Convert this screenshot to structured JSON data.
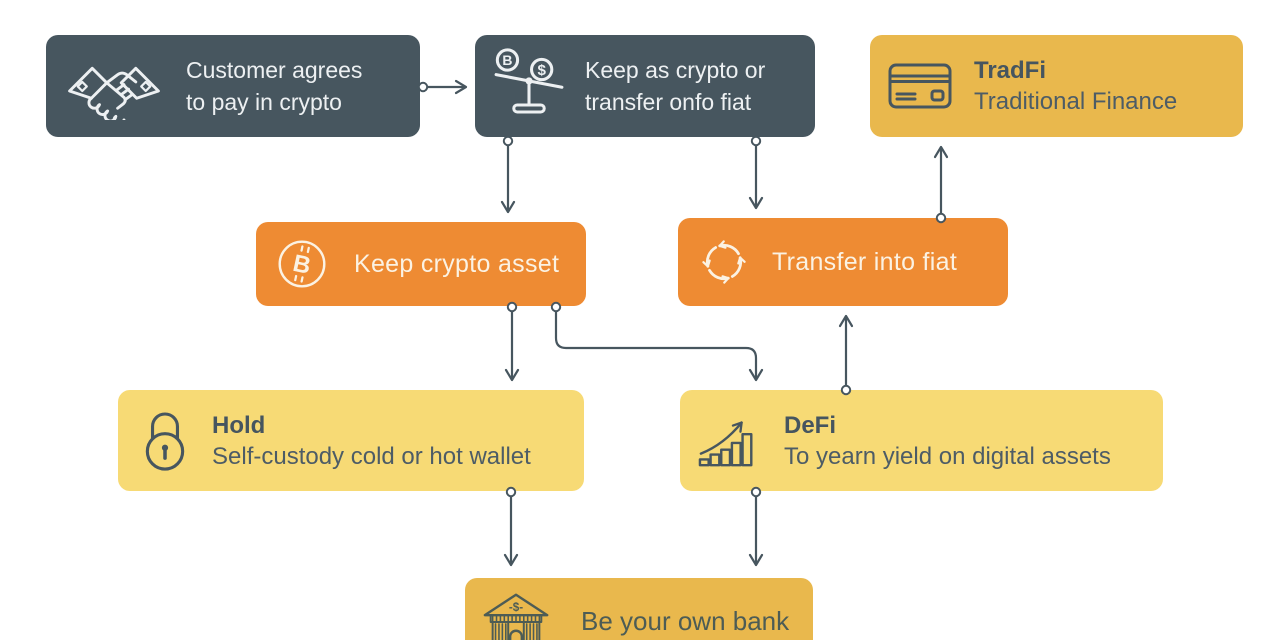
{
  "diagram": {
    "nodes": {
      "customer": {
        "icon": "handshake-icon",
        "line1": "Customer agrees",
        "line2": "to pay in crypto"
      },
      "decision": {
        "icon": "scale-icon",
        "line1": "Keep as crypto or",
        "line2": "transfer onfo fiat"
      },
      "tradfi": {
        "icon": "credit-card-icon",
        "title": "TradFi",
        "subtitle": "Traditional Finance"
      },
      "keep_crypto": {
        "icon": "bitcoin-icon",
        "label": "Keep crypto asset"
      },
      "transfer_fiat": {
        "icon": "refresh-icon",
        "label": "Transfer into fiat"
      },
      "hold": {
        "icon": "lock-icon",
        "title": "Hold",
        "subtitle": "Self-custody cold or hot wallet"
      },
      "defi": {
        "icon": "growth-chart-icon",
        "title": "DeFi",
        "subtitle": "To yearn yield on digital assets"
      },
      "bank": {
        "icon": "bank-icon",
        "label": "Be your own bank"
      }
    },
    "edges": [
      {
        "from": "customer",
        "to": "decision"
      },
      {
        "from": "decision",
        "to": "keep_crypto"
      },
      {
        "from": "decision",
        "to": "transfer_fiat"
      },
      {
        "from": "transfer_fiat",
        "to": "tradfi"
      },
      {
        "from": "keep_crypto",
        "to": "hold"
      },
      {
        "from": "keep_crypto",
        "to": "defi"
      },
      {
        "from": "defi",
        "to": "transfer_fiat"
      },
      {
        "from": "hold",
        "to": "bank"
      },
      {
        "from": "defi",
        "to": "bank"
      }
    ],
    "colors": {
      "dark": "#47565f",
      "orange": "#ee8b33",
      "gold": "#e9b84d",
      "pale_yellow": "#f7da75",
      "connector": "#47565f",
      "text_on_dark": "#edf0f2",
      "text_on_orange": "#fbf2e3",
      "text_on_yellow": "#47565f"
    }
  }
}
